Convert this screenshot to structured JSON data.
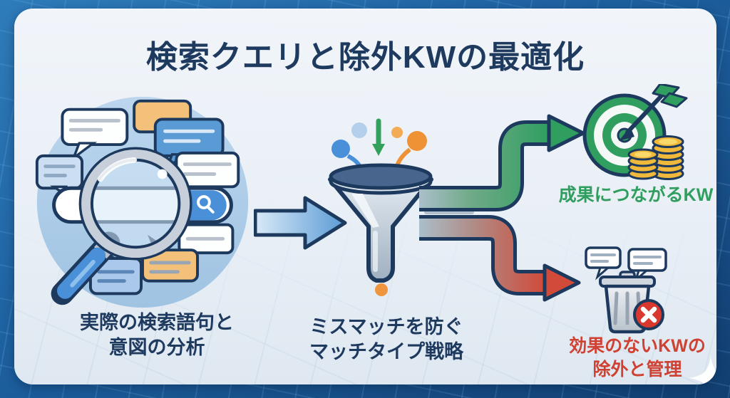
{
  "title": "検索クエリと除外KWの最適化",
  "flow": {
    "analysis": {
      "line1": "実際の検索語句と",
      "line2": "意図の分析"
    },
    "strategy": {
      "line1": "ミスマッチを防ぐ",
      "line2": "マッチタイプ戦略"
    },
    "positive": {
      "label": "成果につながるKW"
    },
    "negative": {
      "line1": "効果のないKWの",
      "line2": "除外と管理"
    }
  },
  "icons": {
    "left": "search-magnifier-with-query-bubbles",
    "middle": "filter-funnel-with-incoming-keywords",
    "positive": "target-with-dart-and-coins",
    "negative": "trash-bin-with-delete-badge",
    "corner": "sparkle"
  },
  "colors": {
    "frame_blue": "#1d5f9e",
    "card_bg": "#e9eff6",
    "title_navy": "#1e3a5f",
    "outline_navy": "#1d3a5e",
    "positive_green": "#2f9e5f",
    "negative_red": "#cf4133",
    "accent_blue": "#4a90d9",
    "accent_orange": "#ef9135",
    "coin_gold": "#f1b93c"
  }
}
